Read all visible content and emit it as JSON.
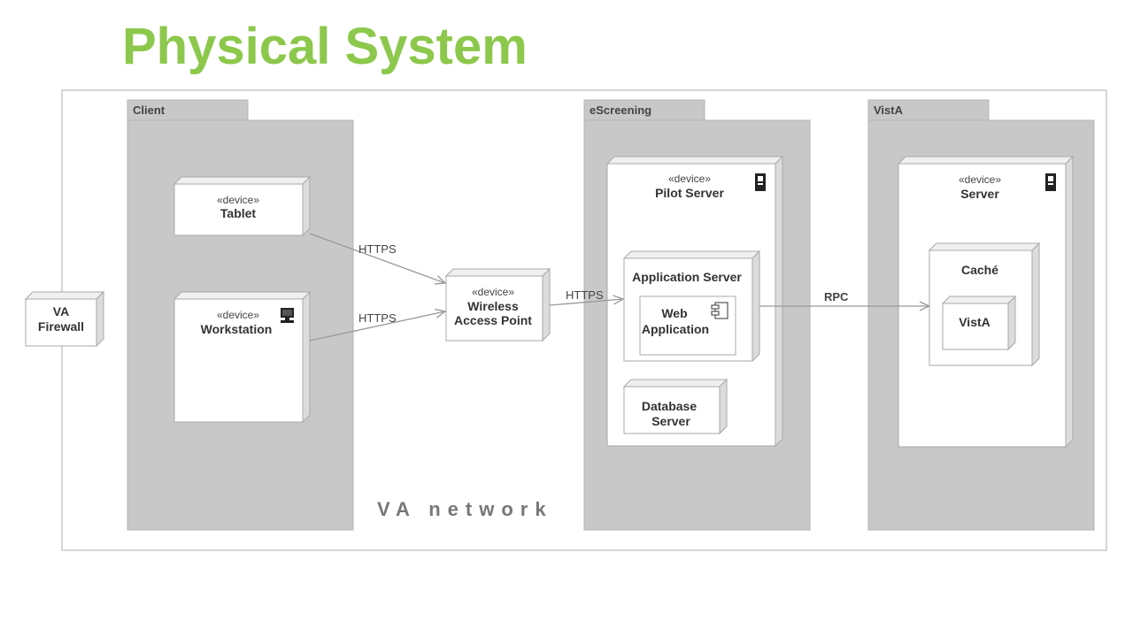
{
  "title": "Physical System",
  "network_label": "VA network",
  "packages": {
    "client": "Client",
    "escreening": "eScreening",
    "vista": "VistA"
  },
  "nodes": {
    "firewall": {
      "line1": "VA",
      "line2": "Firewall"
    },
    "tablet": {
      "stereotype": "«device»",
      "name": "Tablet"
    },
    "workstation": {
      "stereotype": "«device»",
      "name": "Workstation"
    },
    "wap": {
      "stereotype": "«device»",
      "line1": "Wireless",
      "line2": "Access Point"
    },
    "pilot_server": {
      "stereotype": "«device»",
      "name": "Pilot Server"
    },
    "application_server": {
      "name": "Application Server"
    },
    "web_application": {
      "line1": "Web",
      "line2": "Application"
    },
    "database_server": {
      "line1": "Database",
      "line2": "Server"
    },
    "vista_server": {
      "stereotype": "«device»",
      "name": "Server"
    },
    "cache": {
      "name": "Caché"
    },
    "vista_db": {
      "name": "VistA"
    }
  },
  "connections": {
    "tablet_wap": "HTTPS",
    "workstation_wap": "HTTPS",
    "wap_app": "HTTPS",
    "web_vista": "RPC"
  },
  "icons": [
    "computer-icon",
    "server-icon",
    "component-icon"
  ]
}
